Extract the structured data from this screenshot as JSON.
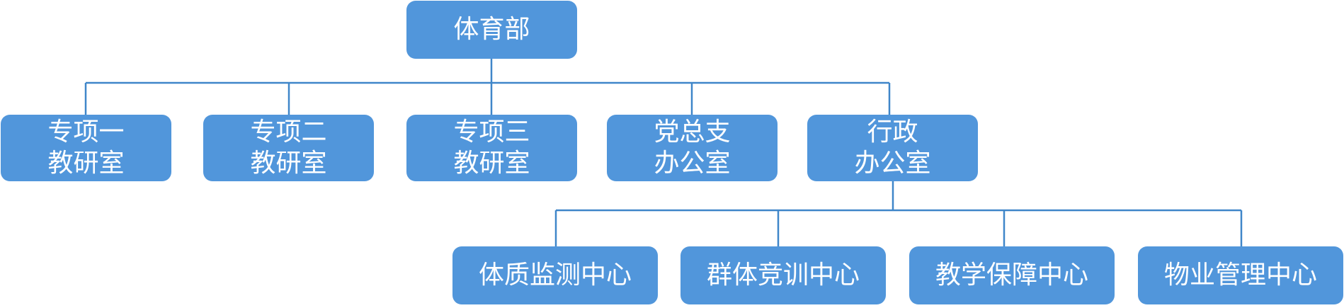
{
  "colors": {
    "node_fill": "#5196db",
    "node_text": "#ffffff",
    "connector": "#3f86c9"
  },
  "root": {
    "label": "体育部"
  },
  "level1": [
    {
      "id": "zx1",
      "lines": [
        "专项一",
        "教研室"
      ]
    },
    {
      "id": "zx2",
      "lines": [
        "专项二",
        "教研室"
      ]
    },
    {
      "id": "zx3",
      "lines": [
        "专项三",
        "教研室"
      ]
    },
    {
      "id": "dzz",
      "lines": [
        "党总支",
        "办公室"
      ]
    },
    {
      "id": "xz",
      "lines": [
        "行政",
        "办公室"
      ]
    }
  ],
  "level2": [
    {
      "id": "tzjc",
      "label": "体质监测中心"
    },
    {
      "id": "qtjx",
      "label": "群体竞训中心"
    },
    {
      "id": "jxbz",
      "label": "教学保障中心"
    },
    {
      "id": "wygl",
      "label": "物业管理中心"
    }
  ]
}
